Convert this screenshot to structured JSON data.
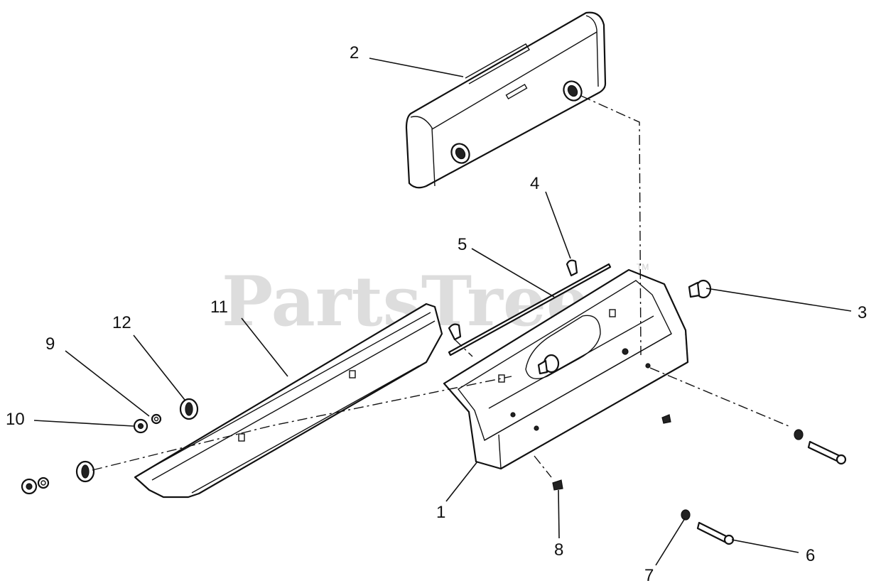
{
  "watermark": {
    "text": "PartsTree",
    "trademark": "TM"
  },
  "callouts": [
    "1",
    "2",
    "3",
    "4",
    "5",
    "6",
    "7",
    "8",
    "9",
    "10",
    "11",
    "12"
  ],
  "colors": {
    "line": "#111111",
    "background": "#ffffff"
  }
}
